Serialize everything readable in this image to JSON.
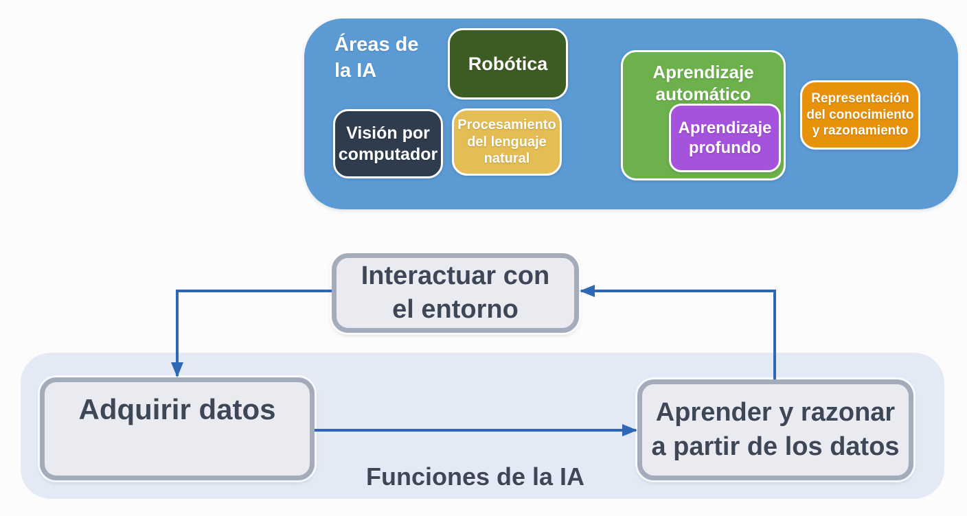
{
  "areas_panel": {
    "panel_color": "#5b9ad3",
    "title": "Áreas de la IA",
    "title_lines": [
      "Áreas de",
      "la IA"
    ],
    "items": [
      {
        "id": "robotics",
        "label": "Robótica",
        "color": "#3d5c22"
      },
      {
        "id": "computer-vision",
        "label": "Visión por computador",
        "lines": [
          "Visión por",
          "computador"
        ],
        "color": "#2e3c4e"
      },
      {
        "id": "natural-language-processing",
        "label": "Procesamiento del lenguaje natural",
        "lines": [
          "Procesamiento",
          "del lenguaje",
          "natural"
        ],
        "color": "#e5bd55"
      },
      {
        "id": "machine-learning",
        "label": "Aprendizaje automático",
        "lines": [
          "Aprendizaje",
          "automático"
        ],
        "color": "#6cb14b",
        "contains": "deep-learning"
      },
      {
        "id": "deep-learning",
        "label": "Aprendizaje profundo",
        "lines": [
          "Aprendizaje",
          "profundo"
        ],
        "color": "#a552dd"
      },
      {
        "id": "knowledge-representation",
        "label": "Representación del conocimiento y razonamiento",
        "lines": [
          "Representación",
          "del conocimiento",
          "y razonamiento"
        ],
        "color": "#e8920b"
      }
    ]
  },
  "functions_panel": {
    "label": "Funciones de la IA",
    "panel_color": "#e4eaf5",
    "text_color": "#3d4757",
    "nodes": {
      "interact": {
        "label": "Interactuar con el entorno",
        "lines": [
          "Interactuar con",
          "el entorno"
        ]
      },
      "acquire": {
        "label": "Adquirir datos"
      },
      "learn": {
        "label": "Aprender y razonar a partir de los datos",
        "lines": [
          "Aprender y razonar",
          "a partir de los datos"
        ]
      }
    },
    "arrows": [
      {
        "from": "interact",
        "to": "acquire"
      },
      {
        "from": "acquire",
        "to": "learn"
      },
      {
        "from": "learn",
        "to": "interact"
      }
    ],
    "arrow_color": "#2e67b5"
  }
}
